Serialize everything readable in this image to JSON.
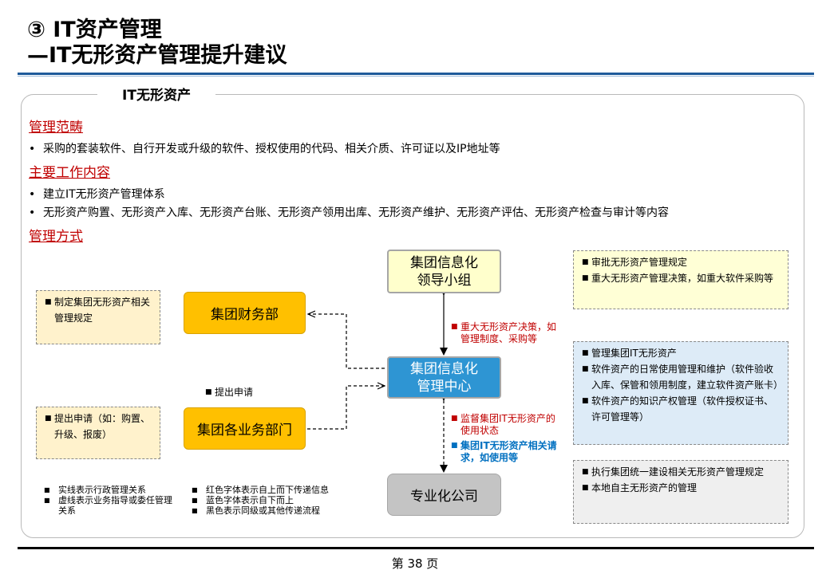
{
  "header": {
    "title_line1": "③ IT资产管理",
    "title_line2": "—IT无形资产管理提升建议"
  },
  "panel": {
    "tab_label": "IT无形资产"
  },
  "sections": {
    "scope": {
      "heading": "管理范畴",
      "bullets": [
        "采购的套装软件、自行开发或升级的软件、授权使用的代码、相关介质、许可证以及IP地址等"
      ]
    },
    "work": {
      "heading": "主要工作内容",
      "bullets": [
        "建立IT无形资产管理体系",
        "无形资产购置、无形资产入库、无形资产台账、无形资产领用出库、无形资产维护、无形资产评估、无形资产检查与审计等内容"
      ]
    },
    "method": {
      "heading": "管理方式"
    }
  },
  "bullet_char": "•",
  "small_bullet": "■",
  "diagram": {
    "nodes": {
      "leadership": [
        "集团信息化",
        "领导小组"
      ],
      "finance": "集团财务部",
      "business": "集团各业务部门",
      "center": [
        "集团信息化",
        "管理中心"
      ],
      "company": "专业化公司"
    },
    "left_notes": {
      "finance": [
        "制定集团无形资产相关管理规定"
      ],
      "business": [
        "提出申请（如：购置、升级、报废）"
      ]
    },
    "apply_label": "提出申请",
    "flow_labels": {
      "down_red": "重大无形资产决策，如管理制度、采购等",
      "up_red": "监督集团IT无形资产的使用状态",
      "up_blue": "集团IT无形资产相关请求，如使用等"
    },
    "right_notes": {
      "leadership": [
        "审批无形资产管理规定",
        "重大无形资产管理决策，如重大软件采购等"
      ],
      "center": [
        "管理集团IT无形资产",
        "软件资产的日常使用管理和维护（软件验收入库、保管和领用制度，建立软件资产账卡）",
        "软件资产的知识产权管理（软件授权证书、许可管理等）"
      ],
      "company": [
        "执行集团统一建设相关无形资产管理规定",
        "本地自主无形资产的管理"
      ]
    },
    "legend": {
      "col1": [
        "实线表示行政管理关系",
        "虚线表示业务指导或委任管理关系"
      ],
      "col2": [
        "红色字体表示自上而下传递信息",
        "蓝色字体表示自下而上",
        "黑色表示同级或其他传递流程"
      ]
    }
  },
  "footer": {
    "page": "第 38 页"
  }
}
